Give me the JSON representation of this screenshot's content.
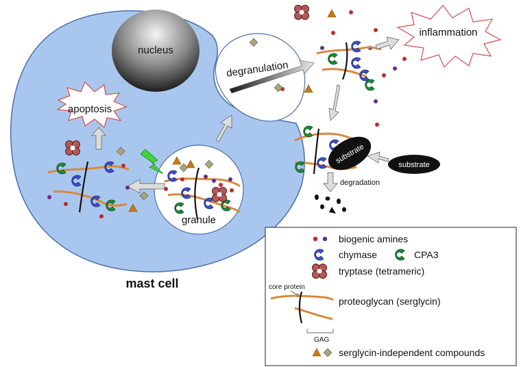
{
  "labels": {
    "nucleus": "nucleus",
    "degranulation": "degranulation",
    "inflammation": "inflammation",
    "apoptosis": "apoptosis",
    "granule": "granule",
    "mast_cell": "mast cell",
    "substrate_inner": "substrate",
    "substrate_outer": "substrate",
    "degradation": "degradation"
  },
  "legend": {
    "biogenic_amines": "biogenic amines",
    "chymase": "chymase",
    "cpa3": "CPA3",
    "tryptase": "tryptase (tetrameric)",
    "core_protein": "core protein",
    "proteoglycan": "proteoglycan (serglycin)",
    "gag": "GAG",
    "serglycin_independent": "serglycin-independent compounds"
  },
  "colors": {
    "cell_fill": "#a9c7ee",
    "cell_stroke": "#4a6ea8",
    "chymase": "#3f4fc8",
    "cpa3": "#1f8a3a",
    "amine_red": "#c0282c",
    "amine_purple": "#6a2a8a",
    "strand": "#d68a3c",
    "tryptase": "#9a3a3a",
    "triangle": "#c77a1a",
    "diamond": "#9c9a72",
    "burst_stroke": "#d24b4b",
    "bolt": "#3fd43a"
  }
}
